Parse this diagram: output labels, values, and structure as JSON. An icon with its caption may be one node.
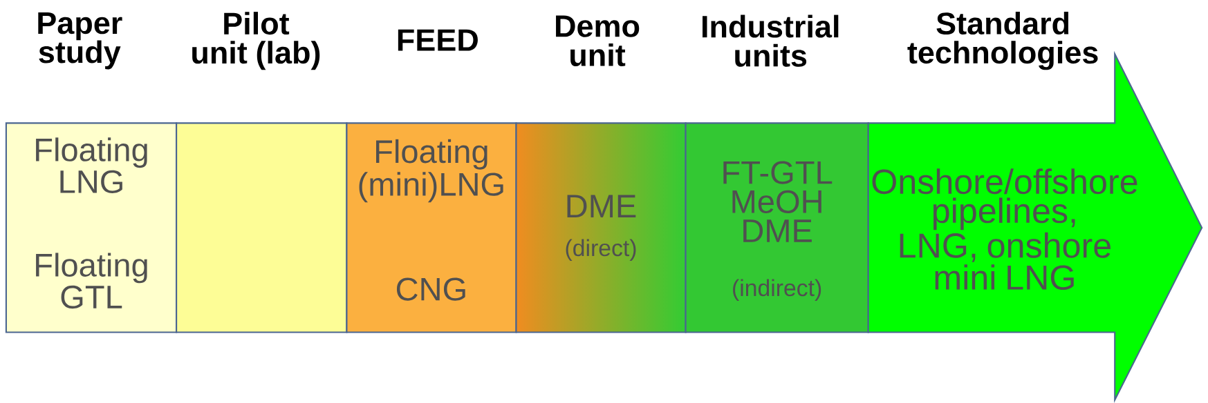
{
  "diagram": {
    "nodes": [
      {
        "text": [
          "Floating LNG",
          "Floating GTL"
        ]
      },
      {
        "text": [],
        "shape": "box"
      },
      {
        "text": [
          "Floating (mini)LNG",
          "CNG"
        ]
      },
      {
        "text": [
          "DME",
          "(direct)"
        ]
      },
      {
        "text": [
          "FT-GTL MeOH DME",
          "(indirect)"
        ]
      },
      {
        "text": [
          "Onshore/offshore pipelines, LNG, onshore mini LNG"
        ]
      }
    ],
    "labels": [
      "Paper study",
      "Pilot unit (lab)",
      "FEED",
      "Demo unit",
      "Industrial units",
      "Standard technologies"
    ]
  }
}
